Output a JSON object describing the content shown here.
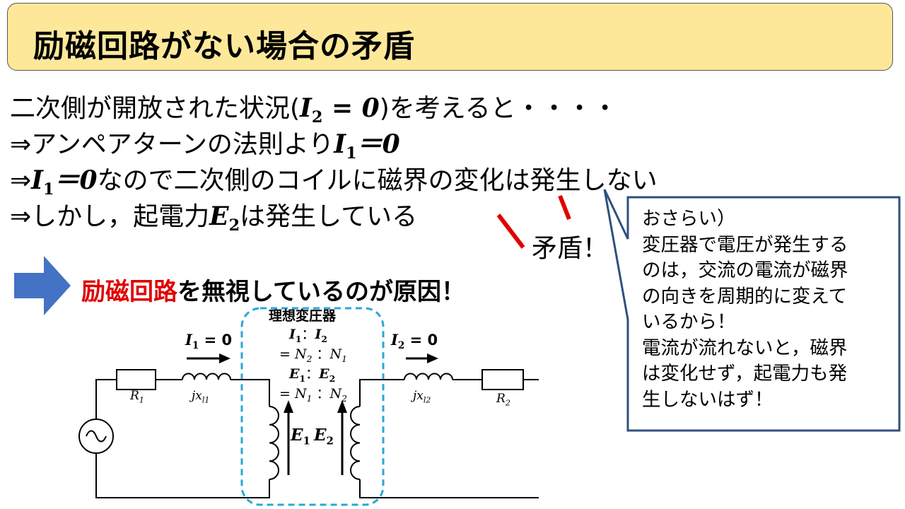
{
  "title": "励磁回路がない場合の矛盾",
  "lines": {
    "l1": {
      "pre": "二次側が開放された状況(",
      "math_var": "I",
      "math_sub": "2",
      "math_rest": " = 0",
      "post": ")を考えると・・・・"
    },
    "l2": {
      "pre": "⇒アンペアターンの法則より",
      "math_var": "I",
      "math_sub": "1",
      "math_rest": "＝0"
    },
    "l3": {
      "arrow": "⇒",
      "math_var": "I",
      "math_sub": "1",
      "math_rest": "＝0",
      "post": "なので二次側のコイルに磁界の変化は発生しない"
    },
    "l4": {
      "pre": "⇒しかし，起電力",
      "math_var": "E",
      "math_sub": "2",
      "post": "は発生している"
    }
  },
  "contradiction": "矛盾！",
  "cause": {
    "highlight": "励磁回路",
    "rest": "を無視しているのが原因！"
  },
  "callout": [
    "おさらい）",
    "変圧器で電圧が発生する",
    "のは，交流の電流が磁界",
    "の向きを周期的に変えて",
    "いるから！",
    "電流が流れないと，磁界",
    "は変化せず，起電力も発",
    "生しないはず！"
  ],
  "circuit": {
    "ideal_label": "理想変圧器",
    "ratio1": {
      "a": "I",
      "a_sub": "1",
      "sep": "：",
      "b": "I",
      "b_sub": "2"
    },
    "ratio1_eq": {
      "eq": "= ",
      "a": "N",
      "a_sub": "2",
      "sep": " ：",
      "b": "N",
      "b_sub": "1"
    },
    "ratio2": {
      "a": "E",
      "a_sub": "1",
      "sep": "：",
      "b": "E",
      "b_sub": "2"
    },
    "ratio2_eq": {
      "eq": "= ",
      "a": "N",
      "a_sub": "1",
      "sep": " ：",
      "b": "N",
      "b_sub": "2"
    },
    "i1": {
      "var": "I",
      "sub": "1",
      "rest": " = 0"
    },
    "i2": {
      "var": "I",
      "sub": "2",
      "rest": " = 0"
    },
    "r1": {
      "var": "R",
      "sub": "1"
    },
    "r2": {
      "var": "R",
      "sub": "2"
    },
    "x1": {
      "pre": "j",
      "var": "x",
      "sub": "l1"
    },
    "x2": {
      "pre": "j",
      "var": "x",
      "sub": "l2"
    },
    "e1": {
      "var": "E",
      "sub": "1"
    },
    "e2": {
      "var": "E",
      "sub": "2"
    }
  },
  "colors": {
    "title_bg": "#fde89a",
    "accent_red": "#e00000",
    "arrow_blue": "#4472c4",
    "callout_border": "#2f4f7f",
    "dashed_box": "#2aa7d8"
  }
}
